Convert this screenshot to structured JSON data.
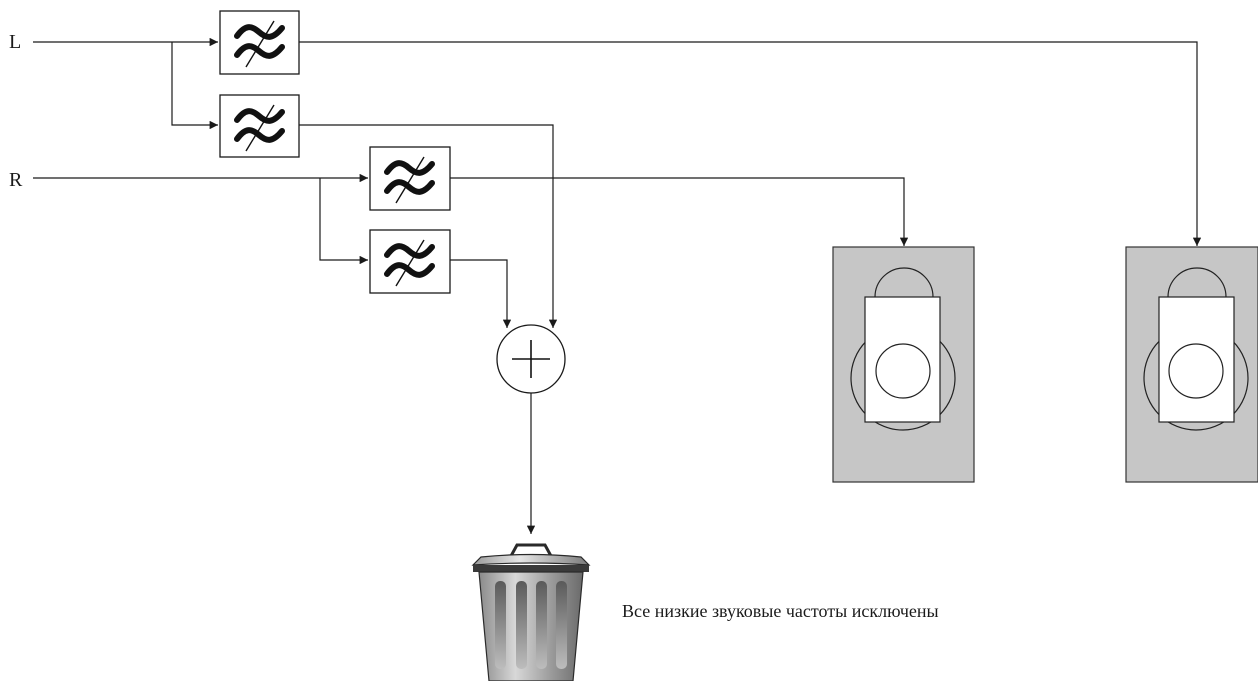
{
  "inputs": {
    "left_label": "L",
    "right_label": "R"
  },
  "caption": "Все низкие звуковые частоты исключены",
  "icons": {
    "filter": "adjustable-filter-icon",
    "summer": "summing-junction-icon",
    "speaker": "speaker-icon",
    "trash": "trash-can-icon"
  }
}
